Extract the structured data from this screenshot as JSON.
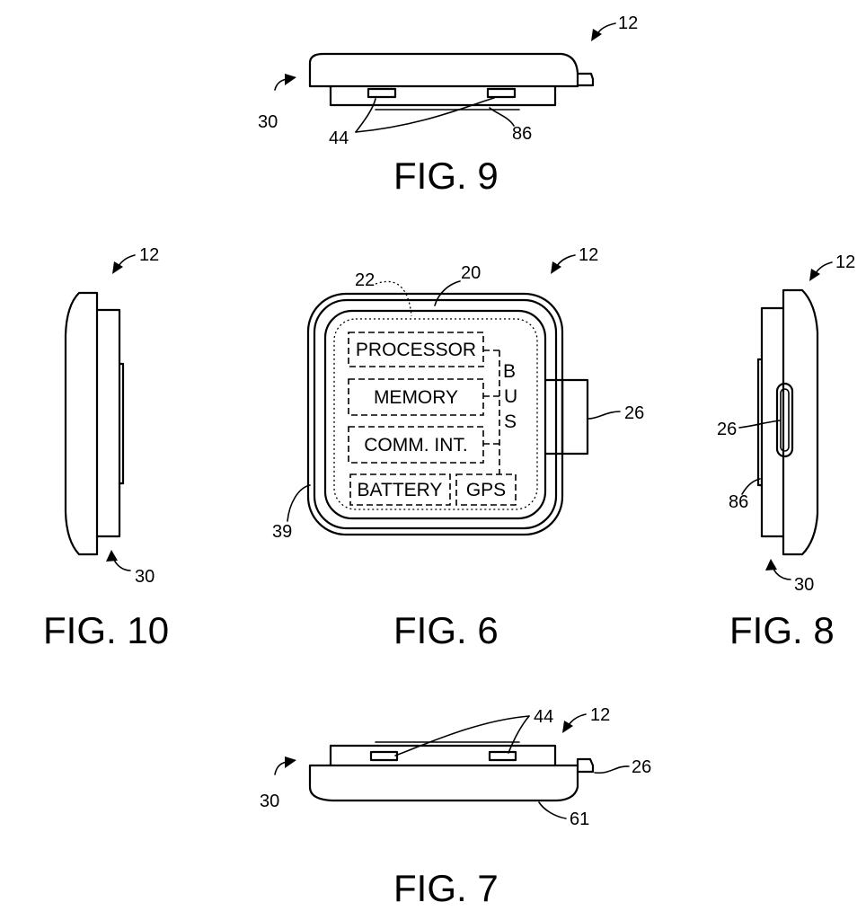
{
  "figures": {
    "fig9": {
      "caption": "FIG. 9",
      "refs": {
        "device": "12",
        "bottom": "30",
        "electrodes": "44",
        "panel": "86"
      }
    },
    "fig10": {
      "caption": "FIG. 10",
      "refs": {
        "device": "12",
        "bottom": "30"
      }
    },
    "fig6": {
      "caption": "FIG. 6",
      "refs": {
        "device": "12",
        "circuit": "22",
        "housing": "20",
        "connector": "26",
        "edge": "39"
      },
      "blocks": {
        "processor": "PROCESSOR",
        "memory": "MEMORY",
        "comm": "COMM. INT.",
        "battery": "BATTERY",
        "gps": "GPS"
      },
      "bus_letters": [
        "B",
        "U",
        "S"
      ]
    },
    "fig8": {
      "caption": "FIG. 8",
      "refs": {
        "device": "12",
        "connector": "26",
        "panel": "86",
        "bottom": "30"
      }
    },
    "fig7": {
      "caption": "FIG. 7",
      "refs": {
        "device": "12",
        "electrodes": "44",
        "connector": "26",
        "bottom": "30",
        "face": "61"
      }
    }
  }
}
